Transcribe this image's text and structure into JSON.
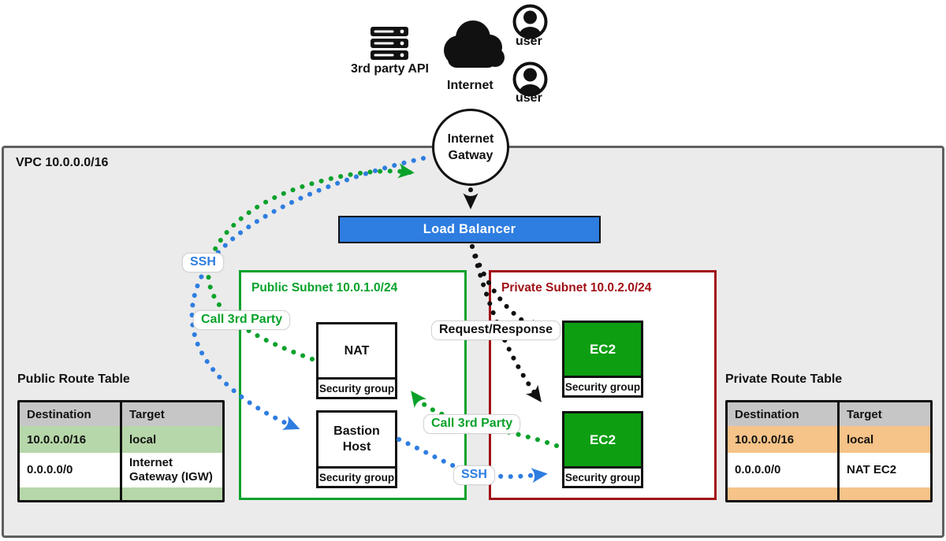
{
  "colors": {
    "green": "#0aa22b",
    "dark_red": "#a11117",
    "blue": "#2e7de0",
    "ec2_green": "#0d9e12",
    "vpc_bg": "#ebebeb",
    "table_header_gray": "#c6c6c6",
    "public_row_green": "#b6d7a9",
    "private_row_orange": "#f6c388",
    "load_balancer_blue": "#2e7de0"
  },
  "top": {
    "third_party_api_label": "3rd party API",
    "internet_label": "Internet",
    "user1_label": "user",
    "user2_label": "user"
  },
  "igw": {
    "line1": "Internet",
    "line2": "Gatway"
  },
  "vpc": {
    "label": "VPC 10.0.0.0/16"
  },
  "load_balancer": {
    "label": "Load Balancer"
  },
  "public_subnet": {
    "title": "Public Subnet 10.0.1.0/24",
    "nat": {
      "label": "NAT",
      "security_group": "Security group"
    },
    "bastion": {
      "label": "Bastion Host",
      "security_group": "Security group"
    }
  },
  "private_subnet": {
    "title": "Private Subnet 10.0.2.0/24",
    "ec2_top": {
      "label": "EC2",
      "security_group": "Security group"
    },
    "ec2_bottom": {
      "label": "EC2",
      "security_group": "Security group"
    }
  },
  "badges": {
    "ssh_inbound": "SSH",
    "call_3rd_party_outbound": "Call 3rd Party",
    "request_response": "Request/Response",
    "call_3rd_party_private": "Call 3rd Party",
    "ssh_private": "SSH"
  },
  "public_route_table": {
    "title": "Public Route Table",
    "headers": [
      "Destination",
      "Target"
    ],
    "rows": [
      [
        "10.0.0.0/16",
        "local"
      ],
      [
        "0.0.0.0/0",
        "Internet Gateway (IGW)"
      ]
    ]
  },
  "private_route_table": {
    "title": "Private Route Table",
    "headers": [
      "Destination",
      "Target"
    ],
    "rows": [
      [
        "10.0.0.0/16",
        "local"
      ],
      [
        "0.0.0.0/0",
        "NAT EC2"
      ]
    ]
  }
}
